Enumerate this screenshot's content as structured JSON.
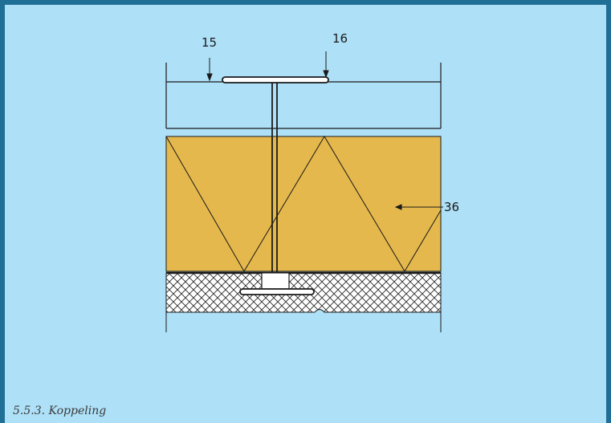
{
  "diagram": {
    "labels": {
      "label_15": "15",
      "label_16": "16",
      "label_36": "36"
    },
    "caption": "5.5.3. Koppeling",
    "colors": {
      "frame_border": "#1f6f96",
      "background": "#aee0f7",
      "insulation": "#e4b84c",
      "line": "#1a1a1a"
    }
  }
}
